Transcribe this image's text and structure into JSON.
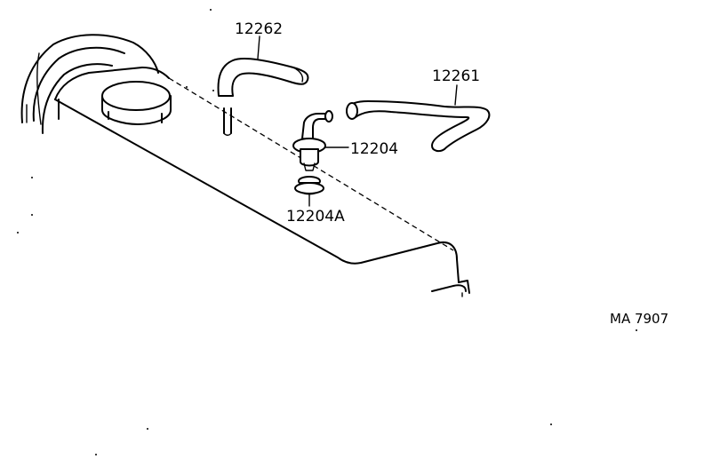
{
  "parts": [
    {
      "id": "12262",
      "label": "12262"
    },
    {
      "id": "12261",
      "label": "12261"
    },
    {
      "id": "12204",
      "label": "12204"
    },
    {
      "id": "12204A",
      "label": "12204A"
    }
  ],
  "diagram_code": "MA 7907"
}
